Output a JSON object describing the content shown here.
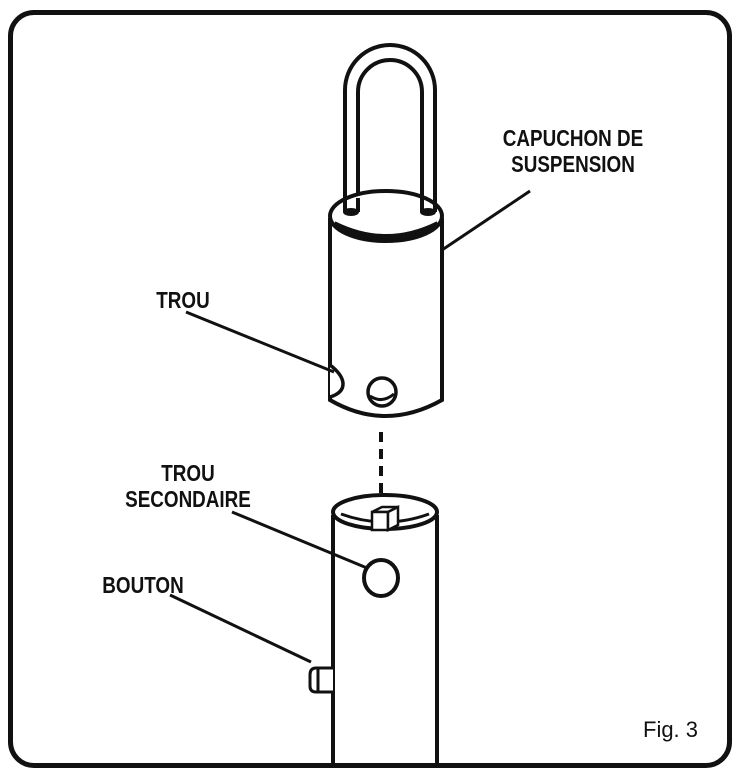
{
  "labels": {
    "hanger_cap": [
      "CAPUCHON DE",
      "SUSPENSION"
    ],
    "hole": "TROU",
    "secondary_hole": [
      "TROU",
      "SECONDAIRE"
    ],
    "button": "BOUTON"
  },
  "figure_label": "Fig. 3",
  "colors": {
    "ink": "#111111",
    "background": "#ffffff"
  }
}
